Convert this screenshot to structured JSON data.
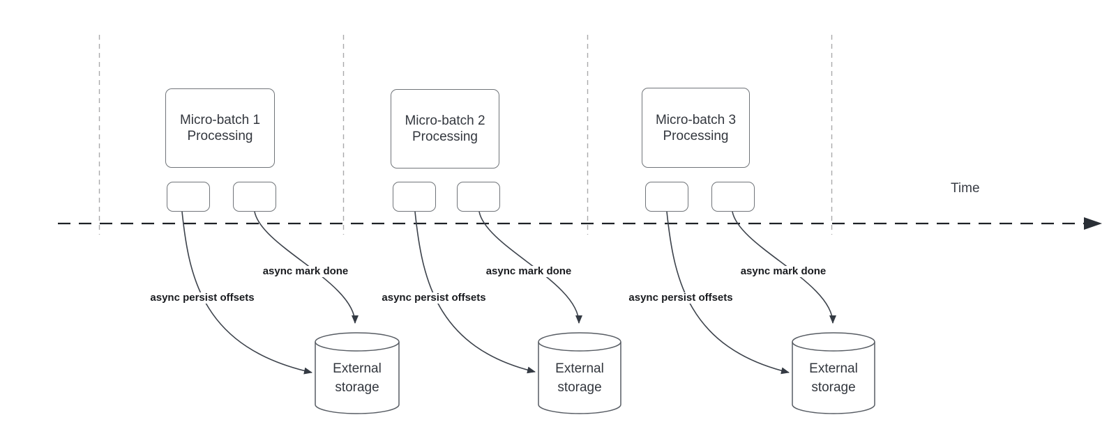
{
  "timeline": {
    "label": "Time"
  },
  "groups": [
    {
      "title_line1": "Micro-batch 1",
      "title_line2": "Processing",
      "persist_label": "async persist offsets",
      "done_label": "async mark done",
      "storage_line1": "External",
      "storage_line2": "storage"
    },
    {
      "title_line1": "Micro-batch 2",
      "title_line2": "Processing",
      "persist_label": "async persist offsets",
      "done_label": "async mark done",
      "storage_line1": "External",
      "storage_line2": "storage"
    },
    {
      "title_line1": "Micro-batch 3",
      "title_line2": "Processing",
      "persist_label": "async persist offsets",
      "done_label": "async mark done",
      "storage_line1": "External",
      "storage_line2": "storage"
    }
  ],
  "colors": {
    "background": "#ffffff",
    "time_axis": "#1e2126",
    "guide_line": "#a9a9ab",
    "shape_stroke": "#707479",
    "arrow_stroke": "#3c424b",
    "arrowhead_fill": "#343a43",
    "text": "#33373e",
    "label_text": "#191b1f"
  }
}
